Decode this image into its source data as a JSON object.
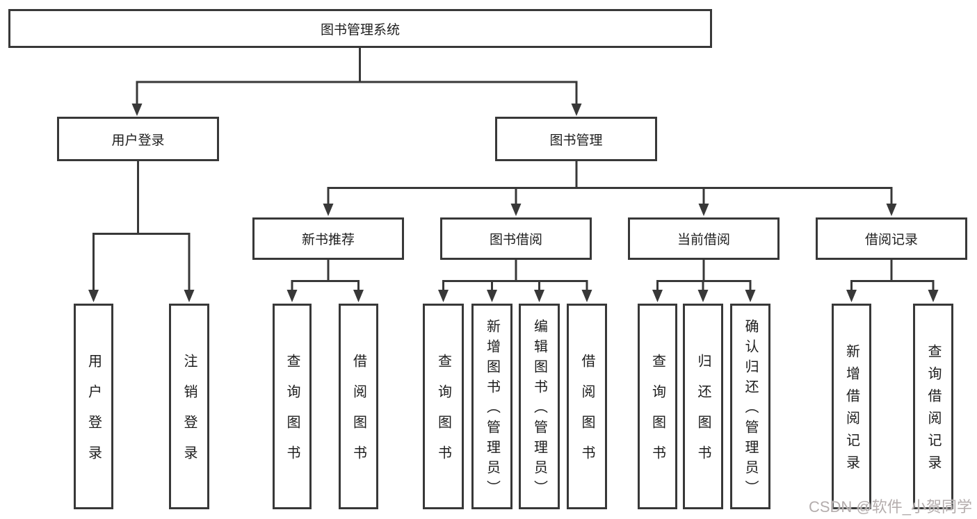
{
  "root": {
    "label": "图书管理系统"
  },
  "branches": [
    {
      "label": "用户登录",
      "children": [
        {
          "label": "用户登录"
        },
        {
          "label": "注销登录"
        }
      ]
    },
    {
      "label": "图书管理",
      "groups": [
        {
          "label": "新书推荐",
          "children": [
            {
              "label": "查询图书"
            },
            {
              "label": "借阅图书"
            }
          ]
        },
        {
          "label": "图书借阅",
          "children": [
            {
              "label": "查询图书"
            },
            {
              "label": "新增图书（管理员）"
            },
            {
              "label": "编辑图书（管理员）"
            },
            {
              "label": "借阅图书"
            }
          ]
        },
        {
          "label": "当前借阅",
          "children": [
            {
              "label": "查询图书"
            },
            {
              "label": "归还图书"
            },
            {
              "label": "确认归还（管理员）"
            }
          ]
        },
        {
          "label": "借阅记录",
          "children": [
            {
              "label": "新增借阅记录"
            },
            {
              "label": "查询借阅记录"
            }
          ]
        }
      ]
    }
  ],
  "watermark": {
    "text": "CSDN @软件_小贺同学"
  },
  "colors": {
    "line": "#383838",
    "box_border": "#383838",
    "text": "#1d1d1d",
    "watermark": "#b4adad",
    "background": "#ffffff"
  }
}
